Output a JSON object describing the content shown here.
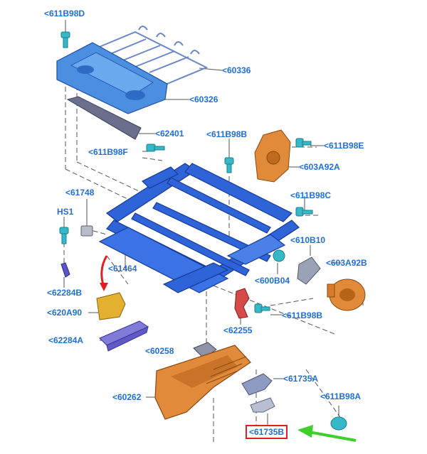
{
  "colors": {
    "label": "#1f6fd6",
    "highlight_box": "#e02020",
    "pointer_arrow": "#3ecf2c",
    "frame_blue": "#2f63d8",
    "orange_part": "#e08a3a",
    "cyan_fastener": "#37b8c8",
    "grey_bracket": "#9aa3b6",
    "yellow_cover": "#e3b030",
    "red_arrow": "#e02020"
  },
  "labels": {
    "p611B98D": "<611B98D",
    "p60336": "<60336",
    "p60326": "<60326",
    "p62401": "<62401",
    "p611B98B": "<611B98B",
    "p611B98E": "<611B98E",
    "p611B98F": "<611B98F",
    "p603A92A": "<603A92A",
    "p61748": "<61748",
    "p611B98C": "<611B98C",
    "pHS1": "HS1",
    "p610B10": "<610B10",
    "p603A92B": "<603A92B",
    "p61464": "<61464",
    "p600B04": "<600B04",
    "p62284B": "<62284B",
    "p611B98B_2": "<611B98B",
    "p620A90": "<620A90",
    "p62255": "<62255",
    "p62284A": "<62284A",
    "p60258": "<60258",
    "p61735A": "<61735A",
    "p60262": "<60262",
    "p611B98A": "<611B98A",
    "p61735B": "<61735B"
  }
}
